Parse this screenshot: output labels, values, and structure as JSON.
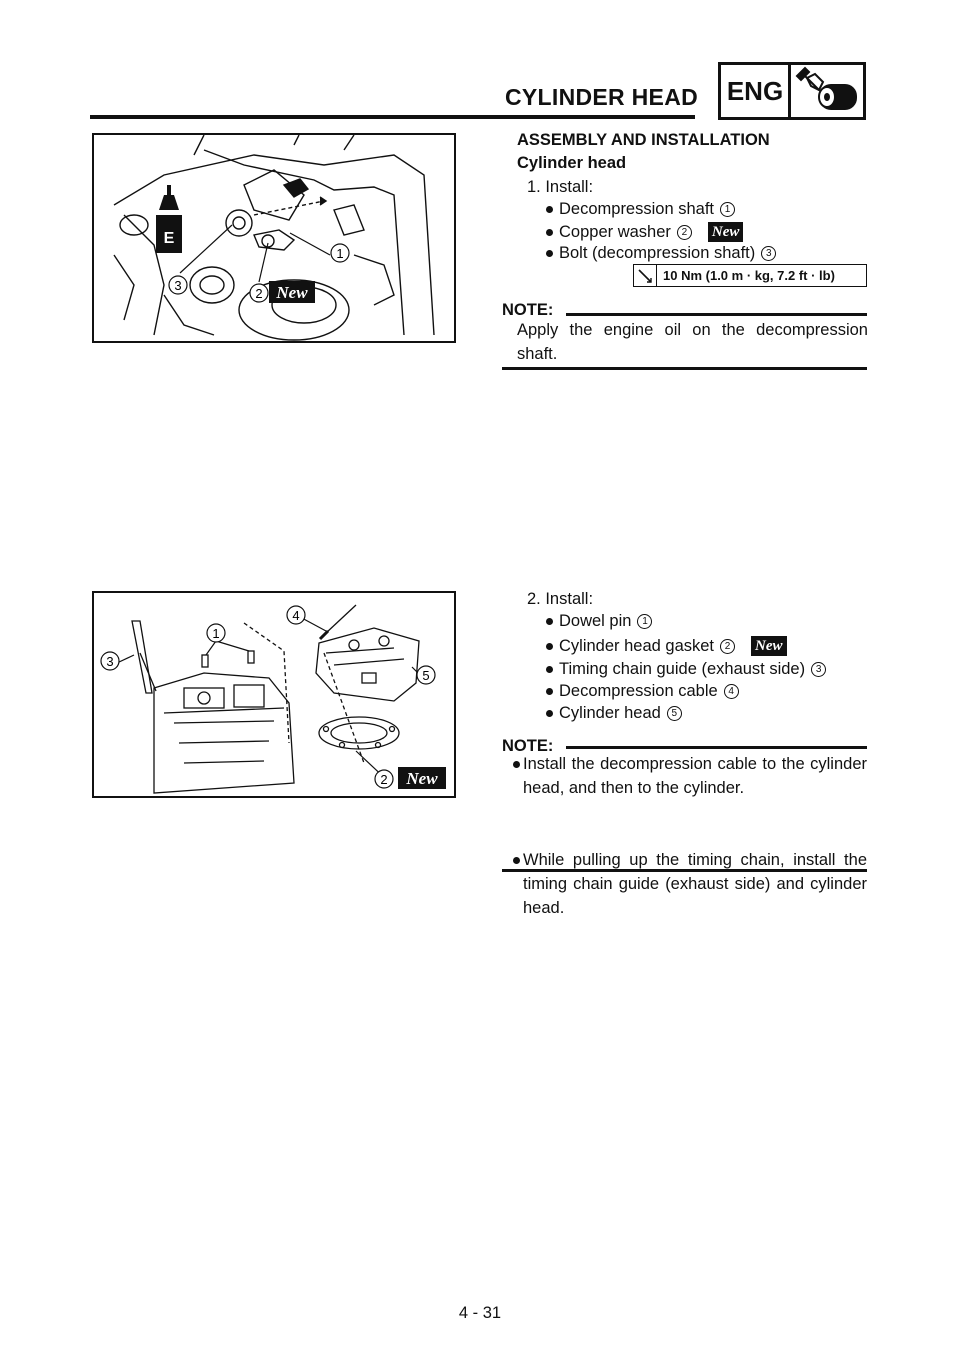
{
  "header": {
    "title": "CYLINDER HEAD",
    "section_tag": "ENG",
    "tag_icon": "engine-wrench-icon"
  },
  "section_heading": "ASSEMBLY AND INSTALLATION",
  "sub_heading": "Cylinder head",
  "steps": [
    {
      "label": "1.  Install:",
      "items": [
        {
          "text": "Decompression shaft",
          "num": "1",
          "new": false
        },
        {
          "text": "Copper washer",
          "num": "2",
          "new": true
        },
        {
          "text": "Bolt (decompression shaft)",
          "num": "3",
          "new": false
        }
      ],
      "torque": "10 Nm (1.0 m · kg, 7.2 ft · lb)",
      "note_label": "NOTE:",
      "note_text": "Apply the engine oil on the decompression shaft."
    },
    {
      "label": "2.  Install:",
      "items": [
        {
          "text": "Dowel pin",
          "num": "1",
          "new": false
        },
        {
          "text": "Cylinder head gasket",
          "num": "2",
          "new": true
        },
        {
          "text": "Timing chain guide (exhaust side)",
          "num": "3",
          "new": false
        },
        {
          "text": "Decompression cable",
          "num": "4",
          "new": false
        },
        {
          "text": "Cylinder head",
          "num": "5",
          "new": false
        }
      ],
      "note_label": "NOTE:",
      "note_bullets": [
        "Install the decompression cable to the cylinder head, and then to the cylinder.",
        "While pulling up the timing chain, install the timing chain guide (exhaust side) and cylinder head."
      ]
    }
  ],
  "new_badge": "New",
  "figure1": {
    "callouts": [
      "1",
      "2",
      "3"
    ],
    "oil_mark": "E",
    "new_badge": "New"
  },
  "figure2": {
    "callouts": [
      "1",
      "2",
      "3",
      "4",
      "5"
    ],
    "new_badge": "New"
  },
  "page_number": "4 - 31"
}
